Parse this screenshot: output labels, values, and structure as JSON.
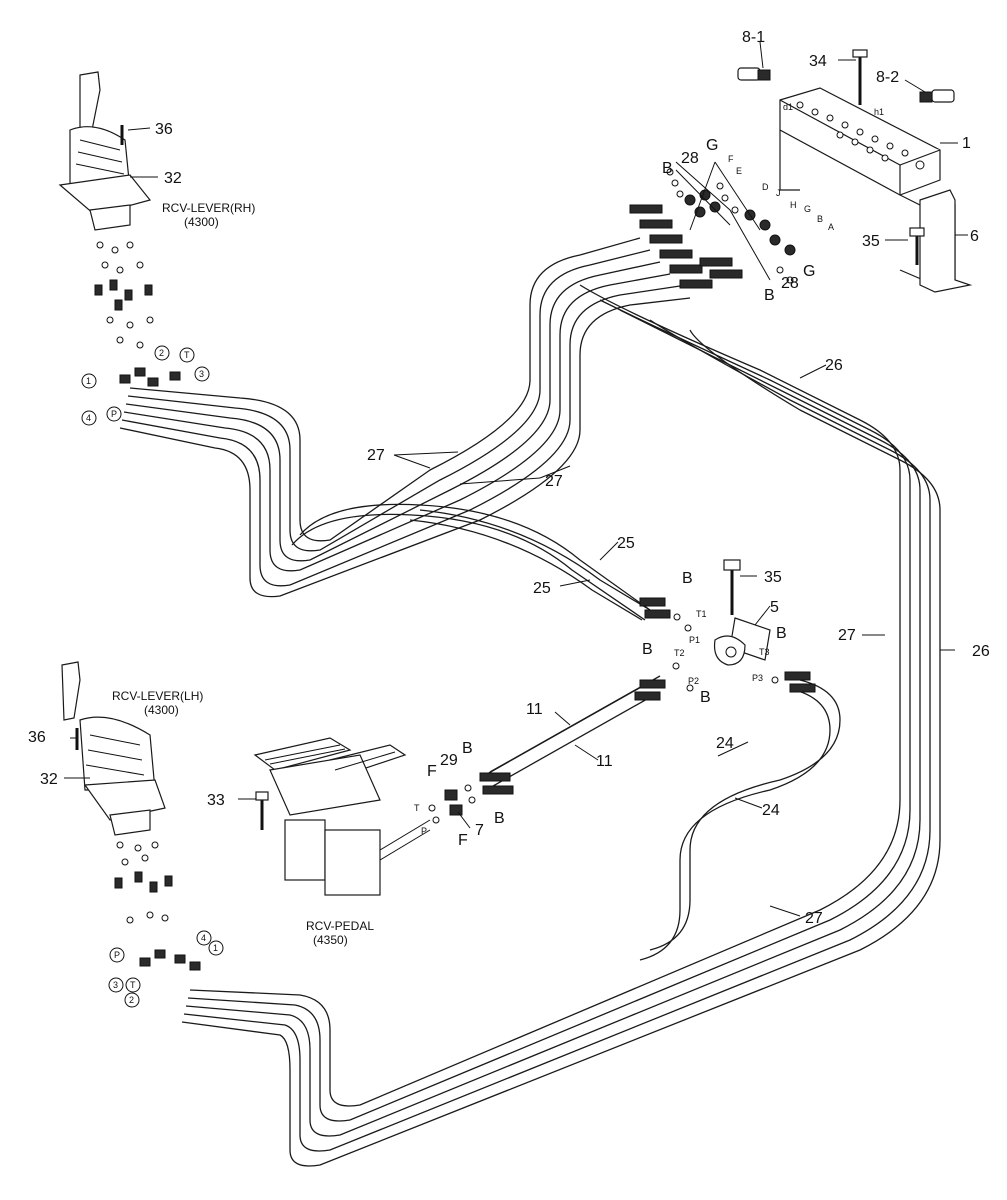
{
  "components": {
    "rcv_lever_rh": {
      "name": "RCV-LEVER(RH)",
      "code": "(4300)"
    },
    "rcv_lever_lh": {
      "name": "RCV-LEVER(LH)",
      "code": "(4300)"
    },
    "rcv_pedal": {
      "name": "RCV-PEDAL",
      "code": "(4350)"
    }
  },
  "part_numbers": {
    "p1": "1",
    "p5": "5",
    "p6": "6",
    "p7": "7",
    "p8_1": "8-1",
    "p8_2": "8-2",
    "p11": "11",
    "p24": "24",
    "p25": "25",
    "p26": "26",
    "p27": "27",
    "p28": "28",
    "p29": "29",
    "p32": "32",
    "p33": "33",
    "p34": "34",
    "p35": "35",
    "p36": "36"
  },
  "letters": {
    "B": "B",
    "G": "G",
    "F": "F"
  },
  "ports": {
    "d1": "d1",
    "h1": "h1",
    "F": "F",
    "E": "E",
    "D": "D",
    "J": "J",
    "H": "H",
    "G": "G",
    "B": "B",
    "A": "A",
    "T1": "T1",
    "T2": "T2",
    "T3": "T3",
    "P1": "P1",
    "P2": "P2",
    "P3": "P3",
    "T": "T",
    "P": "P"
  },
  "circled_ports": {
    "c1": "1",
    "c2": "2",
    "c3": "3",
    "c4": "4",
    "cP": "P",
    "cT": "T"
  }
}
